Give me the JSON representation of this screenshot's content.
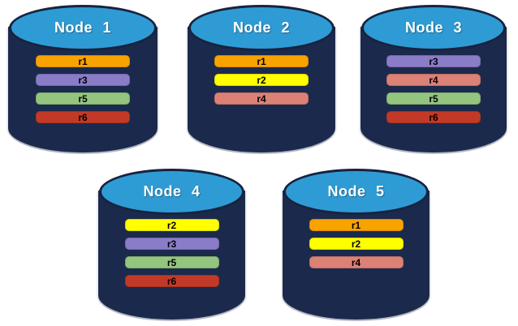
{
  "diagram": {
    "description": "Five database node cylinders showing replica placement",
    "colors": {
      "background": "#FFFFFF",
      "cylinder_body": "#1B2A4C",
      "cylinder_top_fill": "#2E9BD5",
      "cylinder_top_border": "#17233F",
      "cylinder_bottom_edge": "#A8AFBC",
      "node_label_text": "#FFFFFF",
      "replica_label_text": "#000000",
      "replica_colors": {
        "r1": "#F9A301",
        "r2": "#FFFF00",
        "r3": "#8B7CC8",
        "r4": "#DC8176",
        "r5": "#93C57F",
        "r6": "#C23A27"
      }
    },
    "nodes": [
      {
        "label": "Node 1",
        "replicas": [
          "r1",
          "r3",
          "r5",
          "r6"
        ]
      },
      {
        "label": "Node 2",
        "replicas": [
          "r1",
          "r2",
          "r4"
        ]
      },
      {
        "label": "Node 3",
        "replicas": [
          "r3",
          "r4",
          "r5",
          "r6"
        ]
      },
      {
        "label": "Node 4",
        "replicas": [
          "r2",
          "r3",
          "r5",
          "r6"
        ]
      },
      {
        "label": "Node 5",
        "replicas": [
          "r1",
          "r2",
          "r4"
        ]
      }
    ]
  }
}
